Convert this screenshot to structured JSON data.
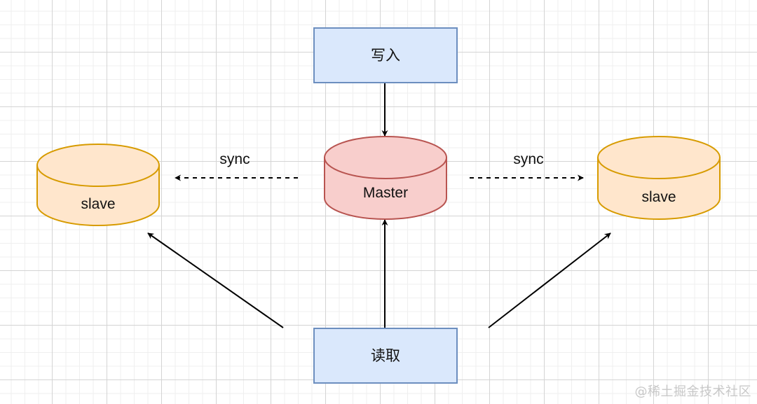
{
  "nodes": {
    "write": {
      "label": "写入",
      "fill": "#dae8fc",
      "stroke": "#6c8ebf"
    },
    "master": {
      "label": "Master",
      "fill": "#f8cecc",
      "stroke": "#b85450"
    },
    "slave_left": {
      "label": "slave",
      "fill": "#ffe6cc",
      "stroke": "#d79b00"
    },
    "slave_right": {
      "label": "slave",
      "fill": "#ffe6cc",
      "stroke": "#d79b00"
    },
    "read": {
      "label": "读取",
      "fill": "#dae8fc",
      "stroke": "#6c8ebf"
    }
  },
  "edges": {
    "sync_left": {
      "label": "sync",
      "style": "dashed"
    },
    "sync_right": {
      "label": "sync",
      "style": "dashed"
    }
  },
  "watermark": "@稀土掘金技术社区"
}
